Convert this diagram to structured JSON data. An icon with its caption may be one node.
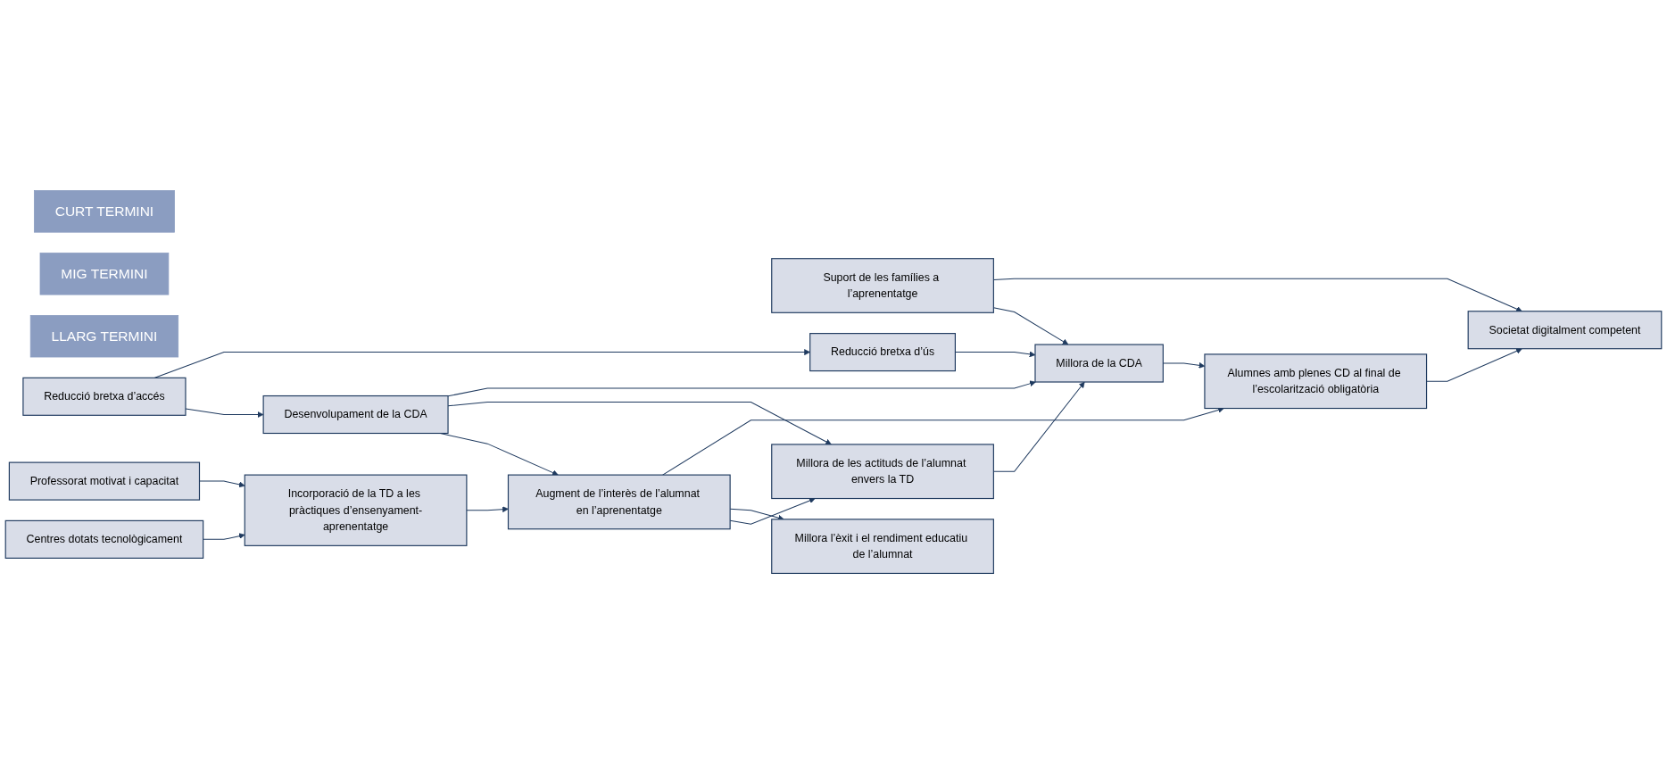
{
  "diagram": {
    "nodes": [
      {
        "text": [
          "CURT TERMINI"
        ]
      },
      {
        "text": [
          "MIG TERMINI"
        ]
      },
      {
        "text": [
          "LLARG TERMINI"
        ]
      },
      {
        "text": [
          "Centres dotats tecnològicament"
        ]
      },
      {
        "text": [
          "Professorat motivat i capacitat"
        ]
      },
      {
        "text": [
          "Reducció bretxa d’accés"
        ]
      },
      {
        "text": [
          "Suport de les famílies a l’aprenentatge"
        ]
      },
      {
        "text": [
          "Incorporació de la TD a les pràctiques d’ensenyament-aprenentatge"
        ]
      },
      {
        "text": [
          "Desenvolupament de la CDA"
        ]
      },
      {
        "text": [
          "Reducció bretxa d’ús"
        ]
      },
      {
        "text": [
          "Augment de l’interès de l’alumnat en l’aprenentatge"
        ]
      },
      {
        "text": [
          "Millora de les actituds de l’alumnat envers la TD"
        ]
      },
      {
        "text": [
          "Millora de la CDA"
        ]
      },
      {
        "text": [
          "Millora l’èxit i el rendiment educatiu de l’alumnat"
        ]
      },
      {
        "text": [
          "Alumnes amb plenes CD al final de l’escolarització obligatòria"
        ]
      },
      {
        "text": [
          "Societat digitalment competent"
        ]
      }
    ],
    "edges": [
      {
        "from": 3,
        "to": 7,
        "arrow": "to"
      },
      {
        "from": 4,
        "to": 7,
        "arrow": "to"
      },
      {
        "from": 5,
        "to": 8,
        "arrow": "to"
      },
      {
        "from": 5,
        "to": 9,
        "arrow": "to"
      },
      {
        "from": 7,
        "to": 10,
        "arrow": "to"
      },
      {
        "from": 8,
        "to": 10,
        "arrow": "to"
      },
      {
        "from": 8,
        "to": 11,
        "arrow": "to"
      },
      {
        "from": 8,
        "to": 12,
        "arrow": "to"
      },
      {
        "from": 9,
        "to": 12,
        "arrow": "to"
      },
      {
        "from": 10,
        "to": 11,
        "arrow": "to"
      },
      {
        "from": 11,
        "to": 12,
        "arrow": "to"
      },
      {
        "from": 10,
        "to": 13,
        "arrow": "to"
      },
      {
        "from": 10,
        "to": 14,
        "arrow": "to"
      },
      {
        "from": 12,
        "to": 14,
        "arrow": "to"
      },
      {
        "from": 14,
        "to": 15,
        "arrow": "to"
      },
      {
        "from": 6,
        "to": 12,
        "arrow": "to"
      },
      {
        "from": 6,
        "to": 15,
        "arrow": "to"
      }
    ]
  }
}
